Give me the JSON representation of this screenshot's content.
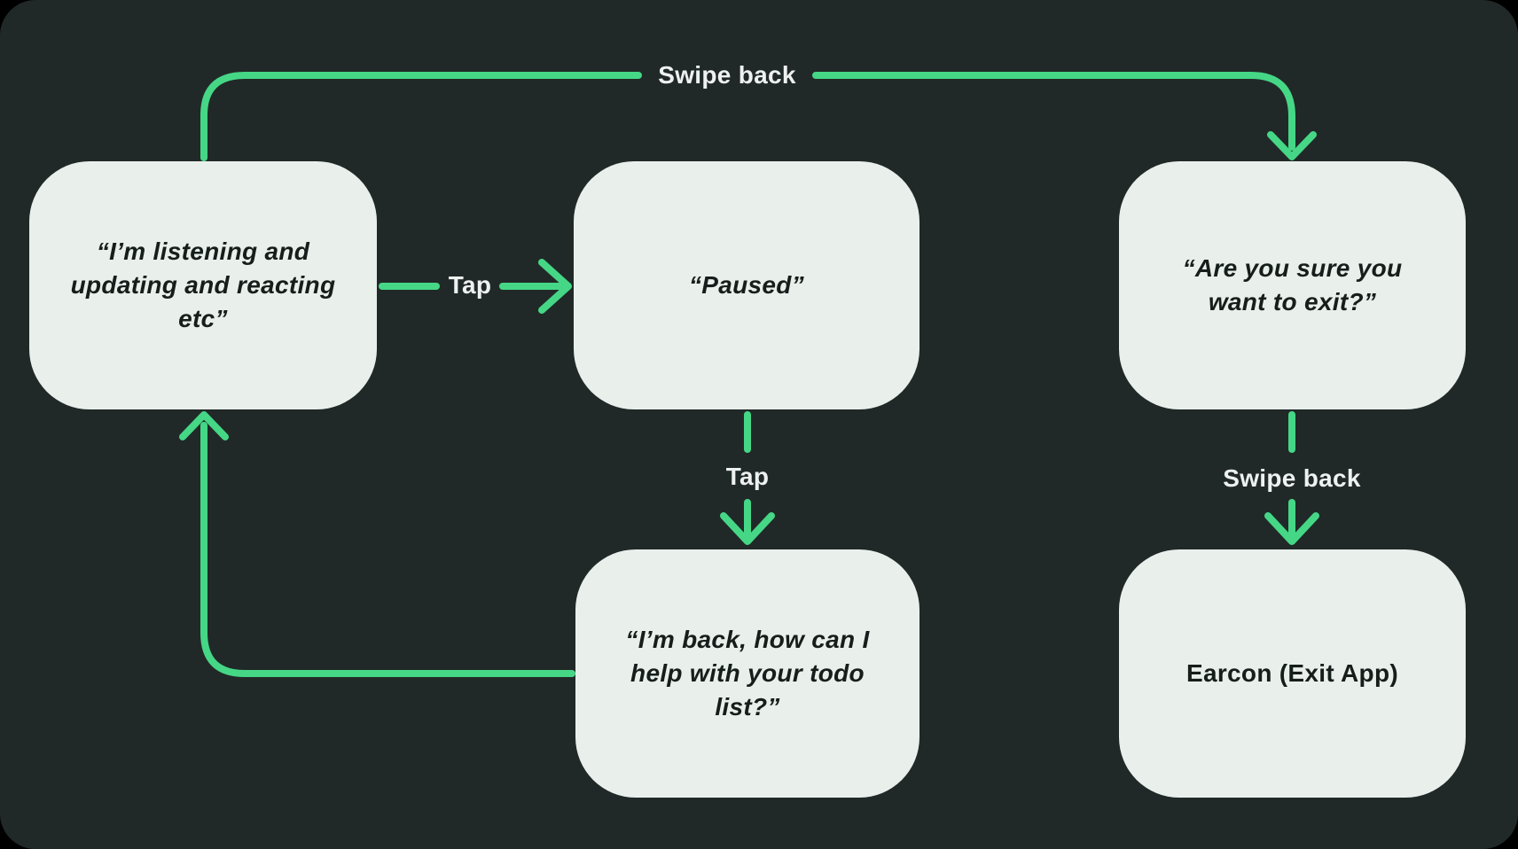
{
  "diagram": {
    "type": "flowchart",
    "description": "Voice assistant app state flow with tap and swipe-back gestures"
  },
  "colors": {
    "page_bg": "#000000",
    "panel_bg": "#212928",
    "box_fill": "#E9EFEB",
    "box_text": "#161E1C",
    "label_text": "#EDF1EF",
    "arrow_green": "#45D786"
  },
  "nodes": {
    "listening": {
      "lines": [
        "“I’m listening and",
        "updating and reacting",
        "etc”"
      ]
    },
    "paused": {
      "lines": [
        "“Paused”"
      ]
    },
    "confirm_exit": {
      "lines": [
        "“Are you sure you",
        "want to exit?”"
      ]
    },
    "back": {
      "lines": [
        "“I’m back, how can I",
        "help with your todo",
        "list?”"
      ]
    },
    "earcon": {
      "lines": [
        "Earcon (Exit App)"
      ]
    }
  },
  "edges": {
    "swipe_back_top": {
      "label": "Swipe back",
      "from": "listening",
      "to": "confirm_exit"
    },
    "tap_pause": {
      "label": "Tap",
      "from": "listening",
      "to": "paused"
    },
    "tap_resume": {
      "label": "Tap",
      "from": "paused",
      "to": "back"
    },
    "swipe_back_exit": {
      "label": "Swipe back",
      "from": "confirm_exit",
      "to": "earcon"
    },
    "loop_back": {
      "label": "",
      "from": "back",
      "to": "listening"
    }
  }
}
